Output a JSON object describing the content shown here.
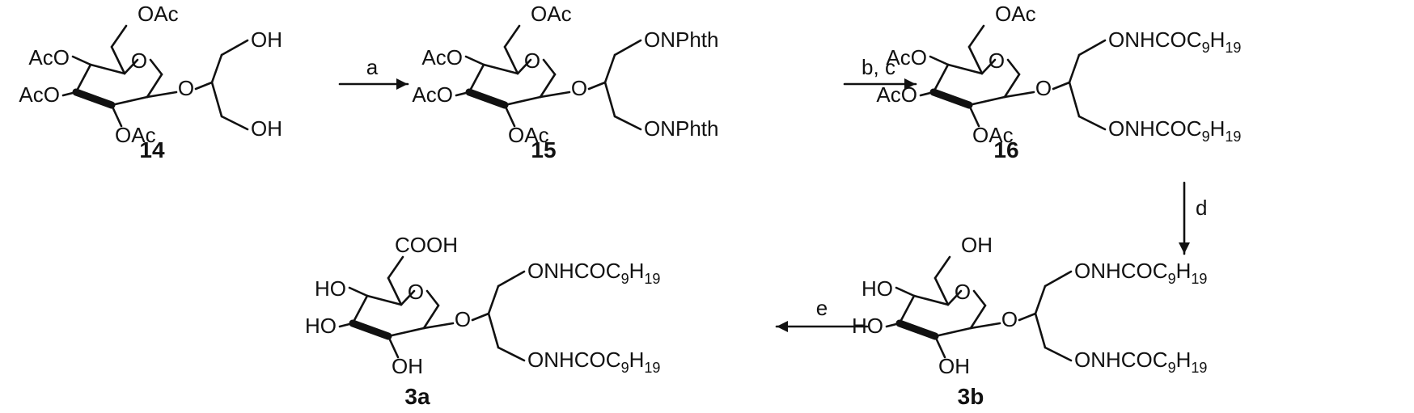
{
  "compounds": [
    {
      "id": "14",
      "groups": {
        "c6": "OAc",
        "c4": "AcO",
        "c3": "AcO",
        "c2": "OAc",
        "ring_o": "O",
        "link_o": "O",
        "top": "OH",
        "bottom": "OH"
      }
    },
    {
      "id": "15",
      "groups": {
        "c6": "OAc",
        "c4": "AcO",
        "c3": "AcO",
        "c2": "OAc",
        "ring_o": "O",
        "link_o": "O",
        "top": "ONPhth",
        "bottom": "ONPhth"
      }
    },
    {
      "id": "16",
      "groups": {
        "c6": "OAc",
        "c4": "AcO",
        "c3": "AcO",
        "c2": "OAc",
        "ring_o": "O",
        "link_o": "O",
        "top_main": "ONHCOC",
        "top_sub1": "9",
        "top_h": "H",
        "top_sub2": "19",
        "bottom_main": "ONHCOC",
        "bottom_sub1": "9",
        "bottom_h": "H",
        "bottom_sub2": "19"
      }
    },
    {
      "id": "3b",
      "groups": {
        "c6": "OH",
        "c4": "HO",
        "c3": "HO",
        "c2": "OH",
        "ring_o": "O",
        "link_o": "O",
        "top_main": "ONHCOC",
        "top_sub1": "9",
        "top_h": "H",
        "top_sub2": "19",
        "bottom_main": "ONHCOC",
        "bottom_sub1": "9",
        "bottom_h": "H",
        "bottom_sub2": "19"
      }
    },
    {
      "id": "3a",
      "groups": {
        "c6": "COOH",
        "c4": "HO",
        "c3": "HO",
        "c2": "OH",
        "ring_o": "O",
        "link_o": "O",
        "top_main": "ONHCOC",
        "top_sub1": "9",
        "top_h": "H",
        "top_sub2": "19",
        "bottom_main": "ONHCOC",
        "bottom_sub1": "9",
        "bottom_h": "H",
        "bottom_sub2": "19"
      }
    }
  ],
  "steps": [
    {
      "label": "a",
      "from": "14",
      "to": "15"
    },
    {
      "label": "b, c",
      "from": "15",
      "to": "16"
    },
    {
      "label": "d",
      "from": "16",
      "to": "3b"
    },
    {
      "label": "e",
      "from": "3b",
      "to": "3a"
    }
  ]
}
